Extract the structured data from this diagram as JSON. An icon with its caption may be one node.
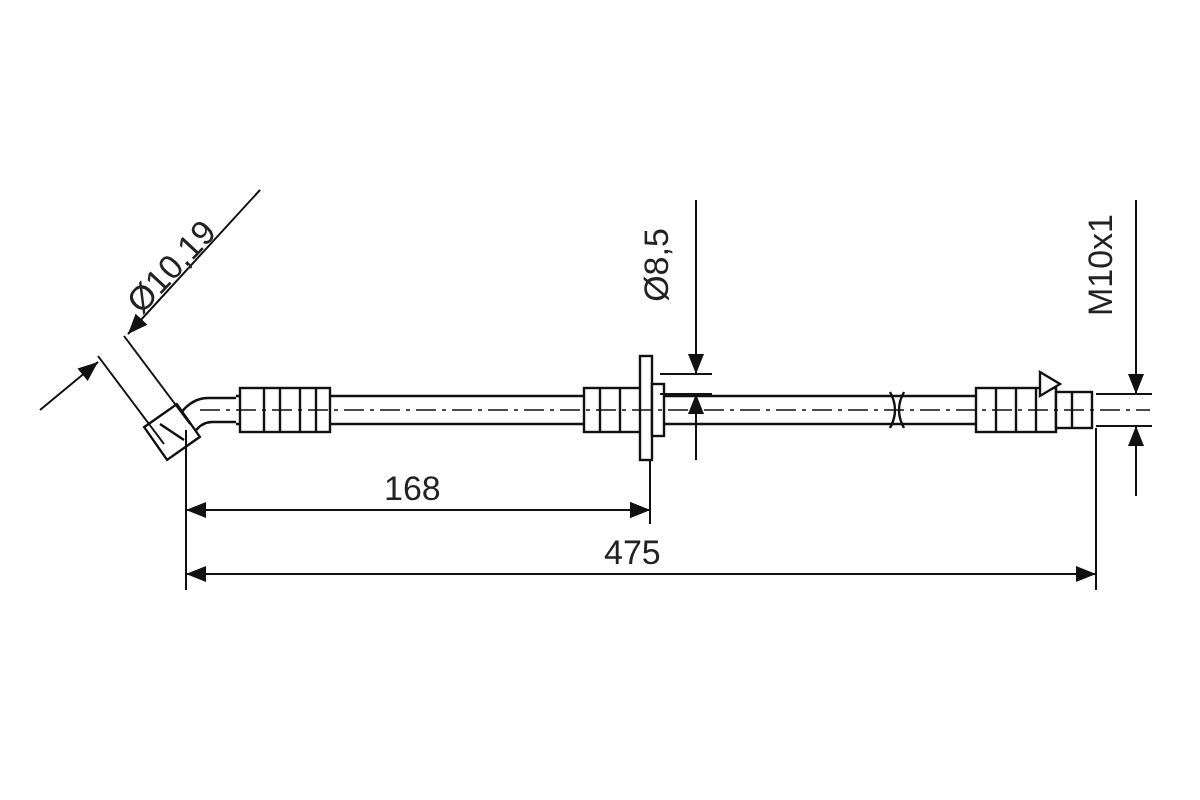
{
  "diagram": {
    "labels": [
      "Ø10,19",
      "Ø8,5",
      "M10x1",
      "168",
      "475"
    ]
  }
}
